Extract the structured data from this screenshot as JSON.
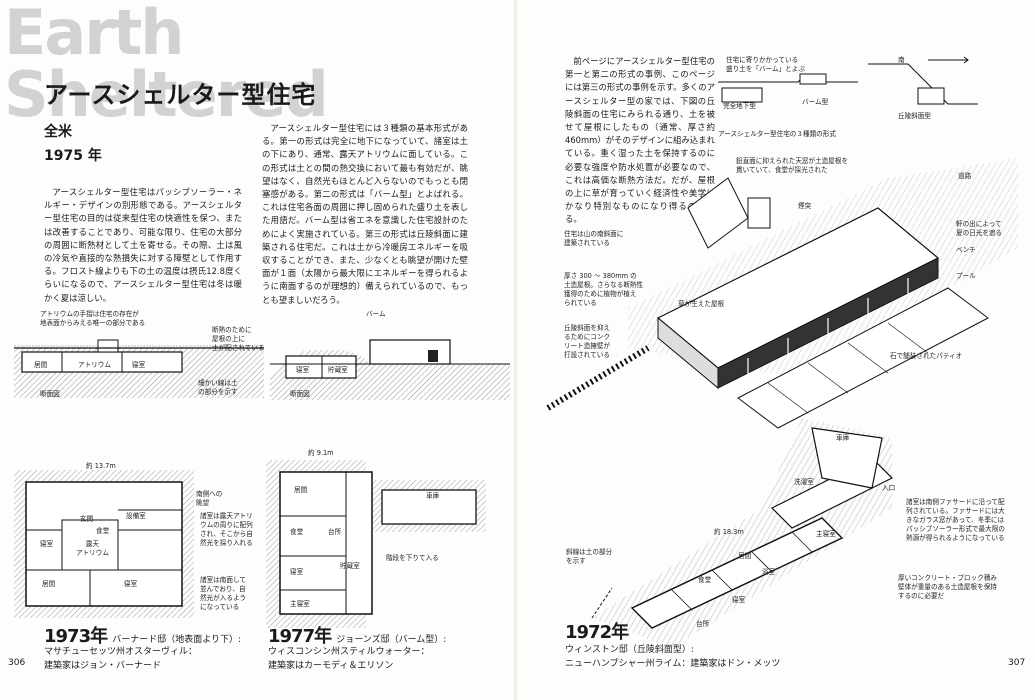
{
  "header": {
    "big_title": "Earth Sheltered",
    "jp_title": "アースシェルター型住宅",
    "sub_region": "全米",
    "sub_year": "1975 年"
  },
  "text": {
    "col_a": "アースシェルター型住宅はパッシブソーラー・ネルギー・デザインの別形態である。アースシェルター型住宅の目的は従来型住宅の快適性を保つ、または改善することであり、可能な限り、住宅の大部分の周囲に断熱材として土を寄せる。その際、土は風の冷気や直接的な熱損失に対する障壁として作用する。フロスト線よりも下の土の温度は摂氏12.8度くらいになるので、アースシェルター型住宅は冬は暖かく夏は涼しい。",
    "col_b": "アースシェルター型住宅には３種類の基本形式がある。第一の形式は完全に地下になっていて、諸室は土の下にあり、通常、露天アトリウムに面している。この形式は土との間の熱交換において最も有効だが、眺望はなく、自然光もほとんど入らないのでもっとも閉塞感がある。第二の形式は「バーム型」とよばれる。これは住宅各面の周囲に押し固められた盛り土を表した用語だ。バーム型は省エネを意識した住宅設計のためによく実施されている。第三の形式は丘陵斜面に建築される住宅だ。これは土から冷暖房エネルギーを吸収することができ、また、少なくとも眺望が開けた壁面が１面（太陽から最大限にエネルギーを得られるように南面するのが理想的）備えられているので、もっとも望ましいだろう。",
    "col_c": "前ページにアースシェルター型住宅の第一と第二の形式の事例、このページには第三の形式の事例を示す。多くのアースシェルター型の家では、下図の丘陵斜面の住宅にみられる通り、土を被せて屋根にしたもの（通常、厚さ約 460mm）がそのデザインに組み込まれている。重く湿った土を保持するのに必要な強度や防水処置が必要なので、これは高価な断熱方法だ。だが、屋根の上に草が育っていく経済性や美学はかなり特別なものになり得るのである。"
  },
  "left_notes": {
    "atrium_top": "アトリウムの手摺は住宅の存在が\n地表面からみえる唯一の部分である",
    "insulation": "断熱のために\n屋根の上に\n土が配されている",
    "fine_lines": "細かい線は土\nの部分を示す",
    "section_1": "断面図",
    "room_living": "居間",
    "room_atrium": "アトリウム",
    "room_bedroom": "寝室",
    "berm": "バーム",
    "section_2": "断面図",
    "bedroom2": "寝室",
    "storage": "貯蔵室",
    "dim_137": "約 13.7m",
    "dim_91": "約 9.1m",
    "south_view": "南側への\n眺望",
    "atrium_note": "諸室は露天アトリ\nウムの周りに配列\nされ、そこから自\n然光を採り入れる",
    "south_rooms": "諸室は南面して\n並んでおり、自\n然光が入るよう\nになっている",
    "stairs_note": "階段を下りて入る",
    "plan_a_utility": "設備室",
    "plan_a_dining": "食堂",
    "plan_a_atrium": "露天\nアトリウム",
    "plan_a_entry": "玄関",
    "plan_a_living": "居間",
    "plan_a_bed": "寝室",
    "plan_a_bed2": "寝室",
    "plan_b_living": "居間",
    "plan_b_dining": "食堂",
    "plan_b_kitchen": "台所",
    "plan_b_bed": "寝室",
    "plan_b_master": "主寝室",
    "plan_b_store": "貯蔵室",
    "plan_b_garage": "車庫"
  },
  "right_notes": {
    "berm_hint": "住宅に寄りかかっている\n盛り土を「バーム」とよぶ",
    "south_arrow": "南",
    "type_full": "完全地下型",
    "type_berm": "バーム型",
    "type_hill": "丘陵斜面型",
    "types_caption": "アースシェルター型住宅の３種類の形式",
    "clerestory": "鉛直面に抑えられた天窓が土造屋根を\n貫いていて、食堂が採光された",
    "road": "道路",
    "chimney": "煙突",
    "eaves": "軒の出によって\n夏の日光を遮る",
    "north_slope": "住宅は山の南斜面に\n建築されている",
    "bench": "ベンチ",
    "pool": "プール",
    "soil_thick": "厚さ 300 ～ 380mm の\n土造屋根。さらなる断熱性\n獲得のために植物が植え\nられている",
    "retaining": "丘陵斜面を抑え\nるためにコンク\nリート造擁壁が\n打設されている",
    "roof_label": "草が生えた屋根",
    "patio": "石で舗装されたパティオ",
    "slope_soil": "斜線は土の部分\nを示す",
    "dim_183": "約 18.3m",
    "garage": "車庫",
    "rooms_note": "諸室は南側ファサードに沿って配\n列されている。ファサードには大\nきなガラス窓があって、冬季には\nパッシブソーラー形式で最大限の\n熱源が得られるようになっている",
    "block_wall": "厚いコンクリート・ブロック積み\n壁体が重量のある土造屋根を保持\nするのに必要だ",
    "entry": "入口",
    "plan_closet": "洗濯室",
    "plan_master": "主寝室",
    "plan_living": "居間",
    "plan_bath": "浴室",
    "plan_dining": "食堂",
    "plan_bed": "寝室",
    "plan_kitchen": "台所"
  },
  "captions": {
    "c1_year": "1973年",
    "c1_name": "バーナード邸（地表面より下）:",
    "c1_line2": "マサチューセッツ州オスターヴィル：",
    "c1_line3": "建築家はジョン・バーナード",
    "c2_year": "1977年",
    "c2_name": "ジョーンズ邸（バーム型）:",
    "c2_line2": "ウィスコンシン州スティルウォーター：",
    "c2_line3": "建築家はカーモディ＆エリソン",
    "c3_year": "1972年",
    "c3_line1": "ウィンストン邸（丘陵斜面型）:",
    "c3_line2": "ニューハンプシャー州ライム：建築家はドン・メッツ"
  },
  "page_numbers": {
    "left": "306",
    "right": "307"
  }
}
